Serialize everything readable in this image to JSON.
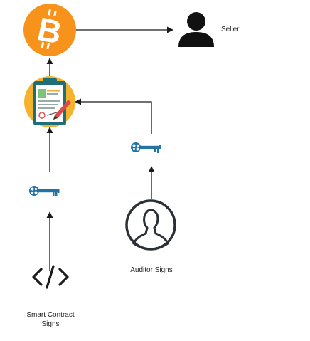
{
  "labels": {
    "seller": "Seller",
    "auditor": "Auditor Signs",
    "smart_contract_line1": "Smart Contract",
    "smart_contract_line2": "Signs"
  },
  "icons": [
    "bitcoin-icon",
    "person-icon",
    "contract-clipboard-icon",
    "key-icon",
    "user-circle-icon",
    "code-icon"
  ],
  "colors": {
    "bitcoin_orange": "#F7931A",
    "clipboard_teal": "#1E6F78",
    "key_blue": "#2274A5",
    "dark": "#1a1a1a"
  }
}
